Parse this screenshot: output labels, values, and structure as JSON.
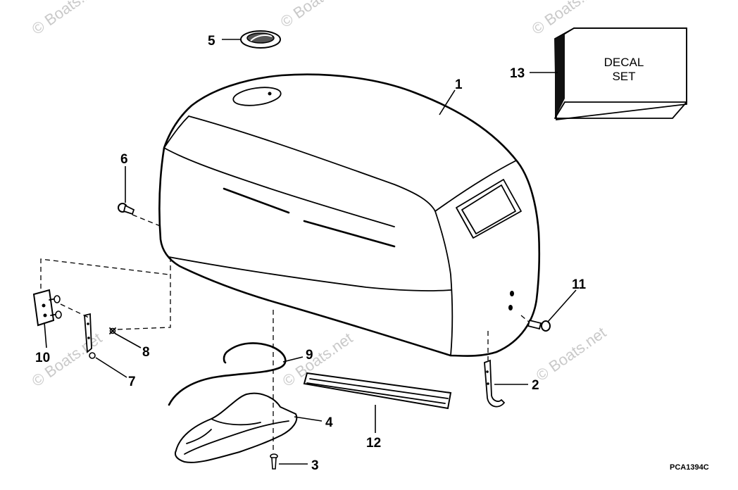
{
  "diagram": {
    "callouts": {
      "c1": "1",
      "c2": "2",
      "c3": "3",
      "c4": "4",
      "c5": "5",
      "c6": "6",
      "c7": "7",
      "c8": "8",
      "c9": "9",
      "c10": "10",
      "c11": "11",
      "c12": "12",
      "c13": "13"
    },
    "decal_line1": "DECAL",
    "decal_line2": "SET",
    "reference_code": "PCA1394C",
    "watermark": "© Boats.net"
  }
}
